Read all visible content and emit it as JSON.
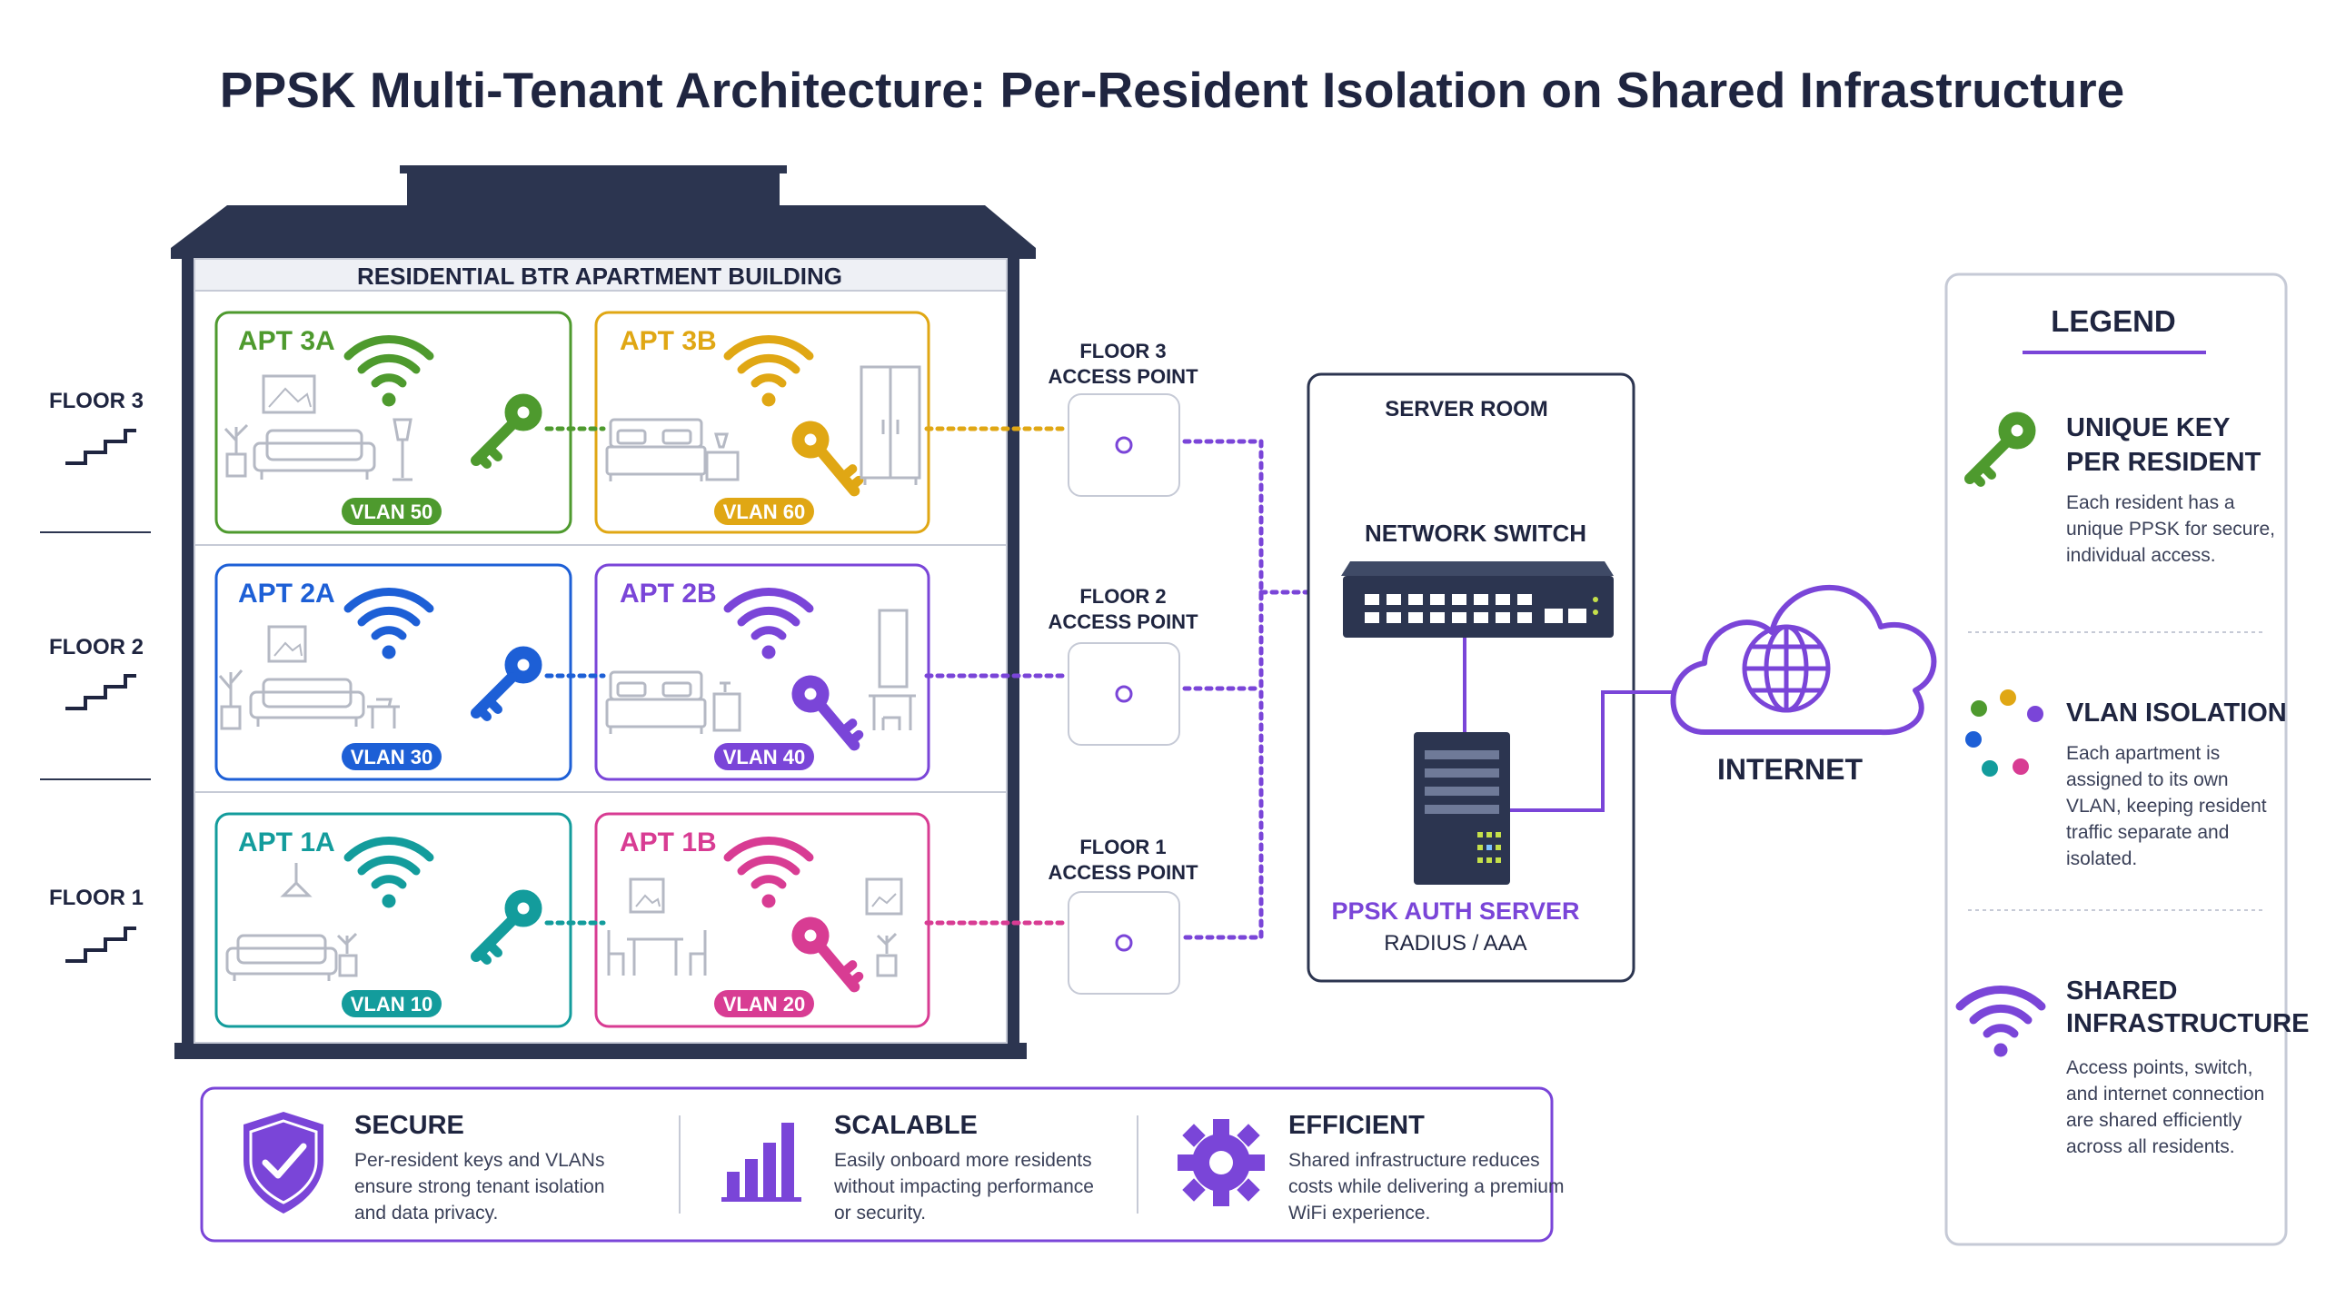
{
  "title": "PPSK Multi-Tenant Architecture: Per-Resident Isolation on Shared Infrastructure",
  "building": {
    "label": "RESIDENTIAL BTR APARTMENT BUILDING",
    "floors": [
      {
        "label": "FLOOR 3"
      },
      {
        "label": "FLOOR 2"
      },
      {
        "label": "FLOOR 1"
      }
    ],
    "apartments": [
      {
        "name": "APT 3A",
        "vlan": "VLAN 50",
        "color": "#4e9a2e"
      },
      {
        "name": "APT 3B",
        "vlan": "VLAN 60",
        "color": "#e0a714"
      },
      {
        "name": "APT 2A",
        "vlan": "VLAN 30",
        "color": "#1d5fd6"
      },
      {
        "name": "APT 2B",
        "vlan": "VLAN 40",
        "color": "#7a45d8"
      },
      {
        "name": "APT 1A",
        "vlan": "VLAN 10",
        "color": "#139c9c"
      },
      {
        "name": "APT 1B",
        "vlan": "VLAN 20",
        "color": "#d83c93"
      }
    ]
  },
  "access_points": [
    {
      "line1": "FLOOR 3",
      "line2": "ACCESS POINT"
    },
    {
      "line1": "FLOOR 2",
      "line2": "ACCESS POINT"
    },
    {
      "line1": "FLOOR 1",
      "line2": "ACCESS POINT"
    }
  ],
  "server_room": {
    "label": "SERVER ROOM",
    "switch_label": "NETWORK SWITCH",
    "auth_label": "PPSK AUTH SERVER",
    "auth_sub": "RADIUS / AAA"
  },
  "internet": {
    "label": "INTERNET"
  },
  "legend": {
    "title": "LEGEND",
    "items": [
      {
        "title1": "UNIQUE KEY",
        "title2": "PER RESIDENT",
        "desc": [
          "Each resident has a",
          "unique PPSK for secure,",
          "individual access."
        ]
      },
      {
        "title1": "VLAN ISOLATION",
        "title2": "",
        "desc": [
          "Each apartment is",
          "assigned to its own",
          "VLAN, keeping resident",
          "traffic separate and",
          "isolated."
        ]
      },
      {
        "title1": "SHARED",
        "title2": "INFRASTRUCTURE",
        "desc": [
          "Access points, switch,",
          "and internet connection",
          "are shared efficiently",
          "across all residents."
        ]
      }
    ]
  },
  "benefits": [
    {
      "title": "SECURE",
      "desc": [
        "Per-resident keys and VLANs",
        "ensure strong tenant isolation",
        "and data privacy."
      ]
    },
    {
      "title": "SCALABLE",
      "desc": [
        "Easily onboard more residents",
        "without impacting performance",
        "or security."
      ]
    },
    {
      "title": "EFFICIENT",
      "desc": [
        "Shared infrastructure reduces",
        "costs while delivering a premium",
        "WiFi experience."
      ]
    }
  ],
  "colors": {
    "navy": "#2c3550",
    "purple": "#7a45d8",
    "dark": "#1f2540"
  }
}
